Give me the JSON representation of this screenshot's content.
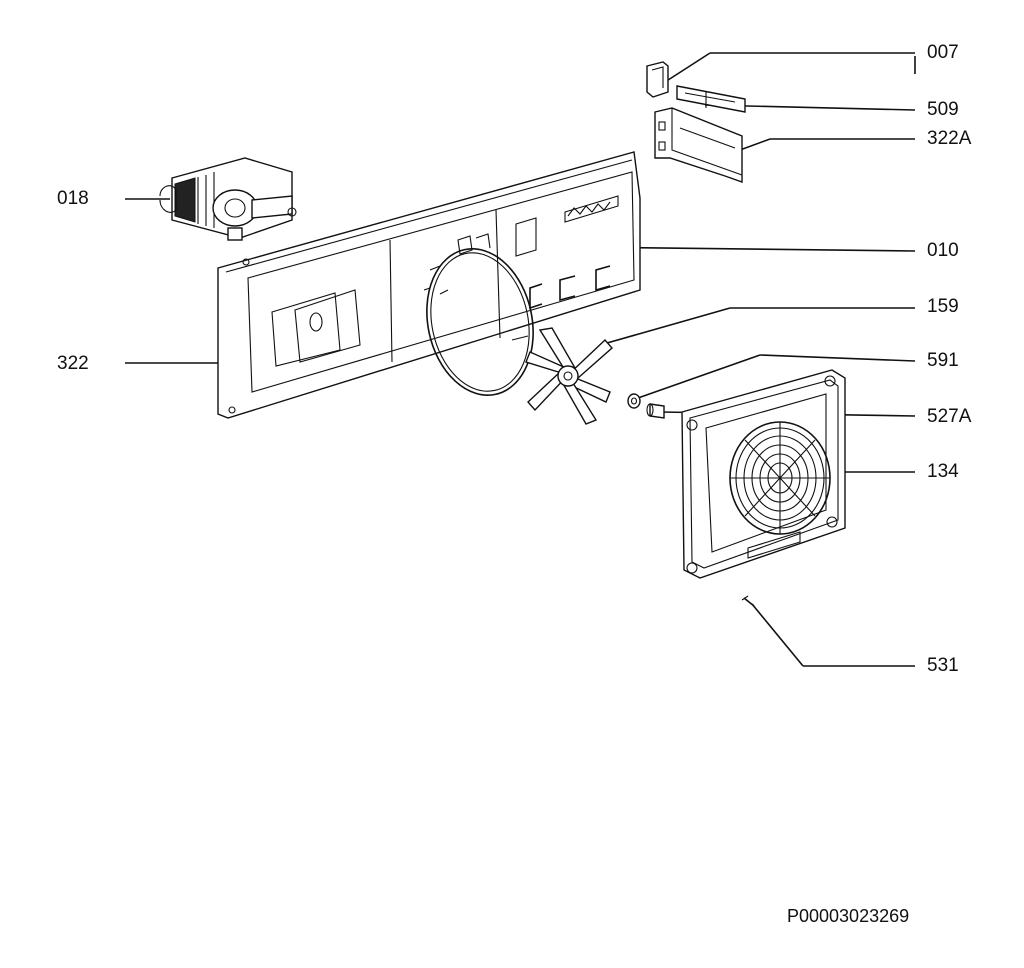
{
  "callouts": {
    "p007": "007",
    "p509": "509",
    "p322A": "322A",
    "p018": "018",
    "p010": "010",
    "p159": "159",
    "p322": "322",
    "p591": "591",
    "p527A": "527A",
    "p134": "134",
    "p531": "531"
  },
  "reference": "P00003023269"
}
